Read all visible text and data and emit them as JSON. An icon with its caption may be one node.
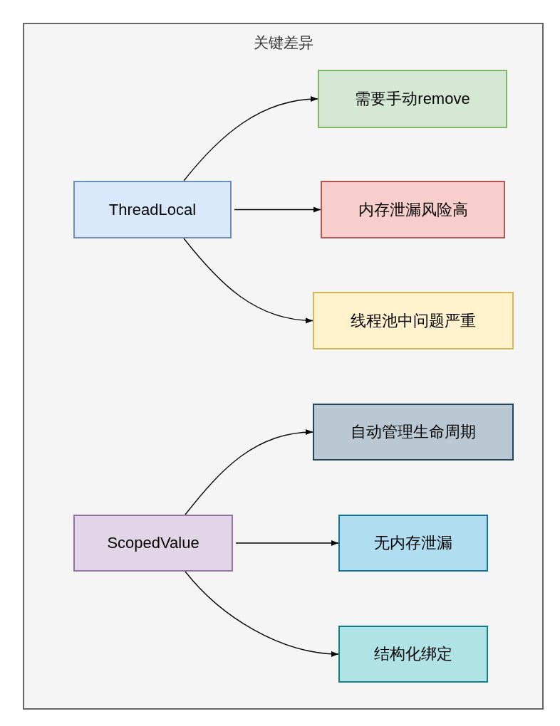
{
  "diagram": {
    "nodes": [
      {
        "text": [
          "关键差异"
        ]
      },
      {
        "text": [
          "ThreadLocal"
        ],
        "in": 0
      },
      {
        "text": [
          "需要手动remove"
        ],
        "in": 0
      },
      {
        "text": [
          "内存泄漏风险高"
        ],
        "in": 0
      },
      {
        "text": [
          "线程池中问题严重"
        ],
        "in": 0
      },
      {
        "text": [
          "ScopedValue"
        ],
        "in": 0
      },
      {
        "text": [
          "自动管理生命周期"
        ],
        "in": 0
      },
      {
        "text": [
          "无内存泄漏"
        ],
        "in": 0
      },
      {
        "text": [
          "结构化绑定"
        ],
        "in": 0
      }
    ],
    "edges": [
      {
        "from": 1,
        "to": 2,
        "arrow": "to"
      },
      {
        "from": 1,
        "to": 3,
        "arrow": "to"
      },
      {
        "from": 1,
        "to": 4,
        "arrow": "to"
      },
      {
        "from": 5,
        "to": 6,
        "arrow": "to"
      },
      {
        "from": 5,
        "to": 7,
        "arrow": "to"
      },
      {
        "from": 5,
        "to": 8,
        "arrow": "to"
      }
    ]
  }
}
